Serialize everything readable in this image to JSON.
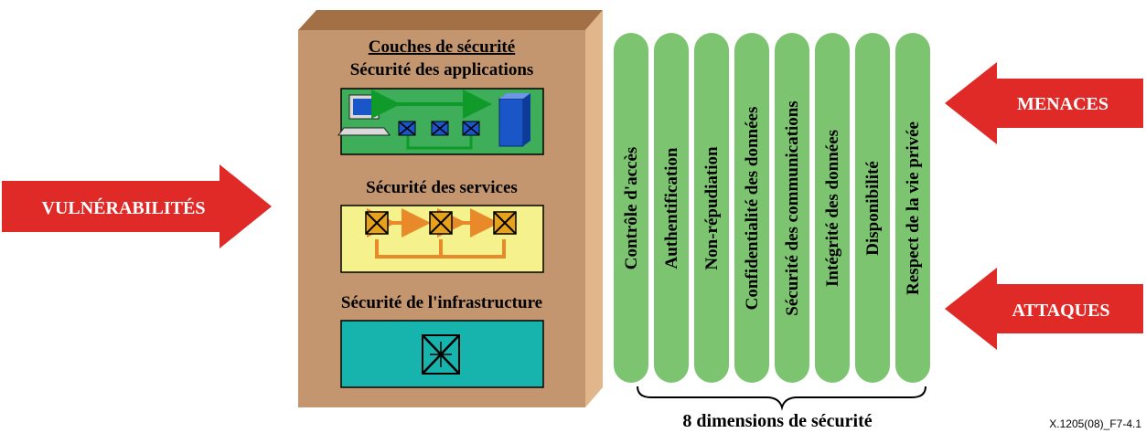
{
  "threats": {
    "vulnerabilities": "VULNÉRABILITÉS",
    "menaces": "MENACES",
    "attaques": "ATTAQUES"
  },
  "layers": {
    "title": "Couches de sécurité",
    "applications": "Sécurité des applications",
    "services": "Sécurité des services",
    "infrastructure": "Sécurité de l'infrastructure"
  },
  "dimensions": {
    "items": [
      "Contrôle d'accès",
      "Authentification",
      "Non-répudiation",
      "Confidentialité des données",
      "Sécurité des communications",
      "Intégrité des données",
      "Disponibilité",
      "Respect de la vie privée"
    ],
    "caption": "8 dimensions de sécurité"
  },
  "figure_id": "X.1205(08)_F7-4.1",
  "colors": {
    "arrow": "#e02a27",
    "box_front": "#c39670",
    "box_side": "#e1b68a",
    "box_top": "#a36f45",
    "pillar": "#7dc470",
    "app_panel": "#3fae5a",
    "service_panel": "#f5f28e",
    "infra_panel": "#17b3ad",
    "green_arrow": "#0f9a2a",
    "orange_arrow": "#e88a2a"
  }
}
